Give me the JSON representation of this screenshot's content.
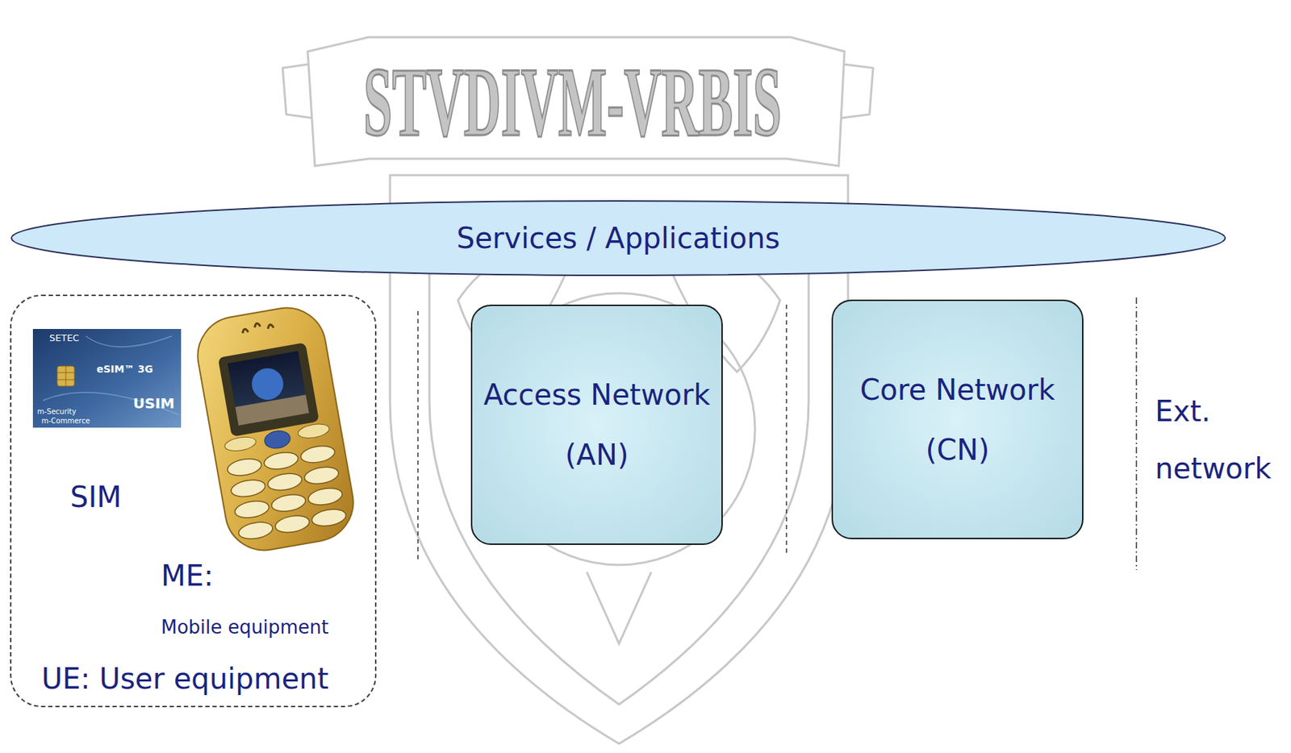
{
  "diagram": {
    "nodes": [
      {
        "text": [
          "Services / Applications"
        ]
      },
      {
        "text": [
          "UE: User equipment"
        ]
      },
      {
        "text": [
          "Access Network (AN)"
        ]
      },
      {
        "text": [
          "Core Network (CN)"
        ]
      }
    ],
    "labels": [
      "STVDIVM-VRBIS",
      "SETEC",
      "eSIM™ 3G",
      "m-Security",
      "m-Commerce",
      "USIM",
      "SIM",
      "ME:",
      "Mobile equipment",
      "Ext. network"
    ]
  }
}
